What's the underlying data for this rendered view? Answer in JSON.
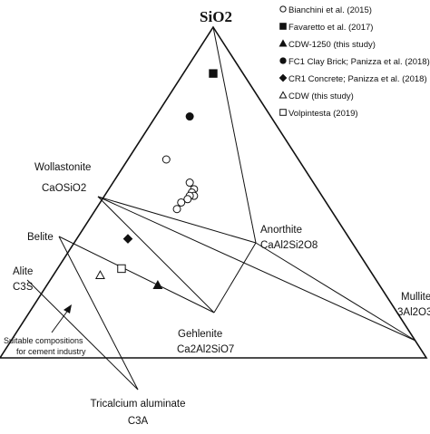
{
  "chart_data": {
    "type": "ternary",
    "apices": {
      "top": "SiO2",
      "right": "Mullite 3Al2O3",
      "bottom": "Tricalcium aluminate C3A"
    },
    "phases": [
      {
        "name": "Wollastonite",
        "formula": "CaOSiO2"
      },
      {
        "name": "Anorthite",
        "formula": "CaAl2Si2O8"
      },
      {
        "name": "Belite",
        "formula": ""
      },
      {
        "name": "Alite",
        "formula": "C3S"
      },
      {
        "name": "Gehlenite",
        "formula": "Ca2Al2SiO7"
      },
      {
        "name": "Mullite",
        "formula": "3Al2O3"
      },
      {
        "name": "Tricalcium aluminate",
        "formula": "C3A"
      }
    ],
    "annotation": {
      "line1": "Suitable compositions",
      "line2": "for cement industry"
    },
    "legend": [
      {
        "label": "Bianchini et al. (2015)",
        "marker": "circle-open"
      },
      {
        "label": "Favaretto et al. (2017)",
        "marker": "square-filled"
      },
      {
        "label": "CDW-1250 (this study)",
        "marker": "triangle-filled"
      },
      {
        "label": "FC1 Clay Brick; Panizza et al. (2018)",
        "marker": "circle-filled"
      },
      {
        "label": "CR1 Concrete; Panizza et al. (2018)",
        "marker": "diamond-filled"
      },
      {
        "label": "CDW (this study)",
        "marker": "triangle-open"
      },
      {
        "label": "Volpintesta (2019)",
        "marker": "square-open"
      }
    ],
    "series": [
      {
        "name": "Bianchini et al. (2015)",
        "marker": "circle-open",
        "points": [
          [
            0.6,
            0.31
          ],
          [
            0.53,
            0.29
          ],
          [
            0.51,
            0.29
          ],
          [
            0.5,
            0.3
          ],
          [
            0.49,
            0.3
          ],
          [
            0.49,
            0.31
          ],
          [
            0.48,
            0.32
          ],
          [
            0.47,
            0.34
          ],
          [
            0.45,
            0.36
          ]
        ]
      },
      {
        "name": "Favaretto et al. (2017)",
        "marker": "square-filled",
        "points": [
          [
            0.86,
            0.07
          ]
        ]
      },
      {
        "name": "CDW-1250 (this study)",
        "marker": "triangle-filled",
        "points": [
          [
            0.22,
            0.52
          ]
        ]
      },
      {
        "name": "FC1 Clay Brick; Panizza et al. (2018)",
        "marker": "circle-filled",
        "points": [
          [
            0.73,
            0.19
          ]
        ]
      },
      {
        "name": "CR1 Concrete; Panizza et al. (2018)",
        "marker": "diamond-filled",
        "points": [
          [
            0.36,
            0.52
          ]
        ]
      },
      {
        "name": "CDW (this study)",
        "marker": "triangle-open",
        "points": [
          [
            0.25,
            0.64
          ]
        ]
      },
      {
        "name": "Volpintesta (2019)",
        "marker": "square-open",
        "points": [
          [
            0.27,
            0.58
          ]
        ]
      }
    ],
    "tie_lines": [
      [
        "Wollastonite",
        "Anorthite"
      ],
      [
        "Wollastonite",
        "Mullite"
      ],
      [
        "Wollastonite",
        "Gehlenite"
      ],
      [
        "Anorthite",
        "Gehlenite"
      ],
      [
        "SiO2",
        "Anorthite"
      ],
      [
        "Anorthite",
        "Mullite"
      ],
      [
        "Belite",
        "Gehlenite"
      ],
      [
        "Belite",
        "Tricalcium aluminate"
      ],
      [
        "Alite",
        "Tricalcium aluminate"
      ]
    ],
    "colors": {
      "line": "#111111",
      "marker": "#111111",
      "background": "#ffffff"
    }
  }
}
